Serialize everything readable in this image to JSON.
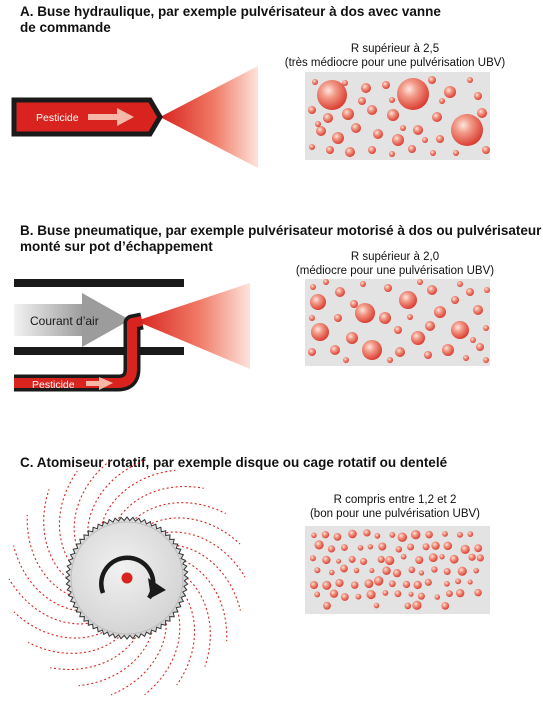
{
  "sectionA": {
    "title_line1": "A. Buse hydraulique, par exemple pulvérisateur à dos avec vanne",
    "title_line2": "de commande",
    "caption_line1": "R supérieur à 2,5",
    "caption_line2": "(très médiocre pour une pulvérisation UBV)",
    "pipe_label": "Pesticide"
  },
  "sectionB": {
    "title_line1": "B. Buse pneumatique, par exemple pulvérisateur motorisé à dos ou pulvérisateur",
    "title_line2": "monté sur pot d’échappement",
    "caption_line1": "R supérieur à 2,0",
    "caption_line2": "(médiocre pour une pulvérisation UBV)",
    "air_label": "Courant d’air",
    "pipe_label": "Pesticide"
  },
  "sectionC": {
    "title": "C. Atomiseur rotatif, par exemple disque ou cage rotatif ou dentelé",
    "caption_line1": "R compris entre 1,2 et 2",
    "caption_line2": "(bon pour une pulvérisation UBV)"
  },
  "colors": {
    "pesticide_red": "#d8231e",
    "panel_grey": "#e3e3e3",
    "pipe_black": "#1a1a1a",
    "arrow_pink": "#f6b7a8"
  }
}
